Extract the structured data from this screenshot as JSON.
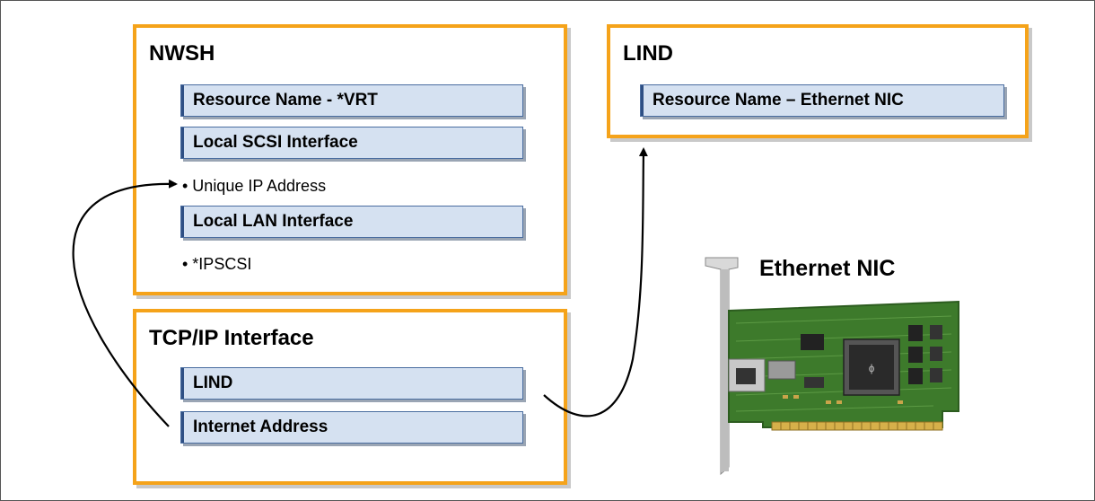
{
  "nwsh": {
    "title": "NWSH",
    "fields": [
      "Resource Name - *VRT",
      "Local SCSI Interface",
      "Local LAN Interface"
    ],
    "bullets": [
      "• Unique IP Address",
      "• *IPSCSI"
    ]
  },
  "lind": {
    "title": "LIND",
    "fields": [
      "Resource Name – Ethernet NIC"
    ]
  },
  "tcpip": {
    "title": "TCP/IP Interface",
    "fields": [
      "LIND",
      "Internet Address"
    ]
  },
  "nic": {
    "label": "Ethernet NIC"
  },
  "colors": {
    "box_border": "#F5A31A",
    "field_fill": "#D5E1F1",
    "field_border": "#2E4F84"
  }
}
